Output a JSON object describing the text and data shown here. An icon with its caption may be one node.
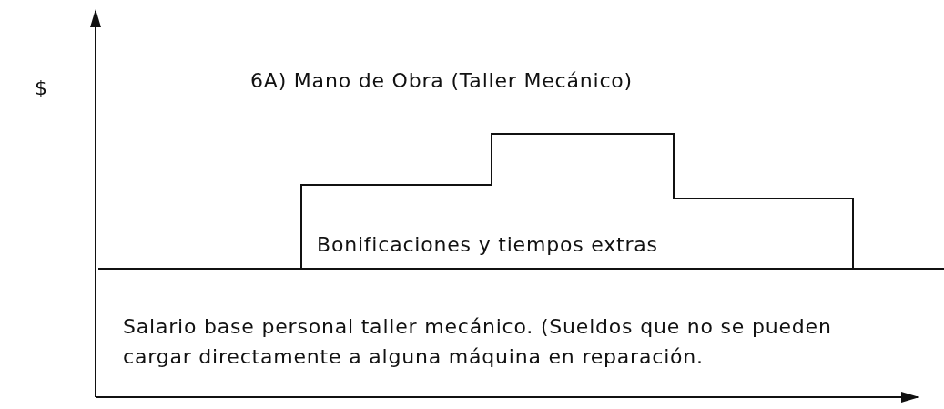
{
  "diagram": {
    "title": "6A) Mano de Obra (Taller Mecánico)",
    "nodes": [
      {
        "text": [
          "Bonificaciones y tiempos extras"
        ]
      },
      {
        "text": [
          "Salario base personal taller mecánico. (Sueldos que no se pueden cargar directamente a alguna máquina en reparación."
        ]
      }
    ],
    "labels": [
      "$"
    ]
  }
}
